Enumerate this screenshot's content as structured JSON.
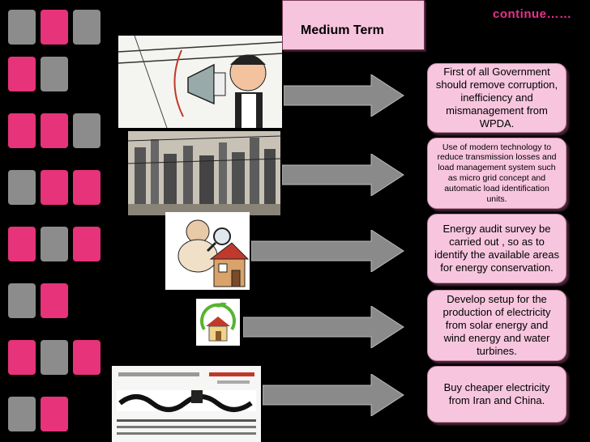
{
  "header": {
    "title": "Medium Term",
    "continue_label": "continue……"
  },
  "steps": [
    {
      "text": "First of all Government should remove corruption, inefficiency and mismanagement from WPDA."
    },
    {
      "text": "Use of modern technology to reduce transmission losses and load management system such as micro grid concept and automatic load identification units."
    },
    {
      "text": "Energy audit survey be carried out , so as to identify the available areas for energy conservation."
    },
    {
      "text": "Develop setup for the production of electricity from solar energy and wind energy and water turbines."
    },
    {
      "text": "Buy cheaper electricity from Iran and China."
    }
  ],
  "colors": {
    "box_fill": "#f7c6de",
    "accent_pink": "#e8318c",
    "square_pink": "#e6337a",
    "square_gray": "#8c8c8c",
    "arrow_fill": "#8a8a8a"
  }
}
